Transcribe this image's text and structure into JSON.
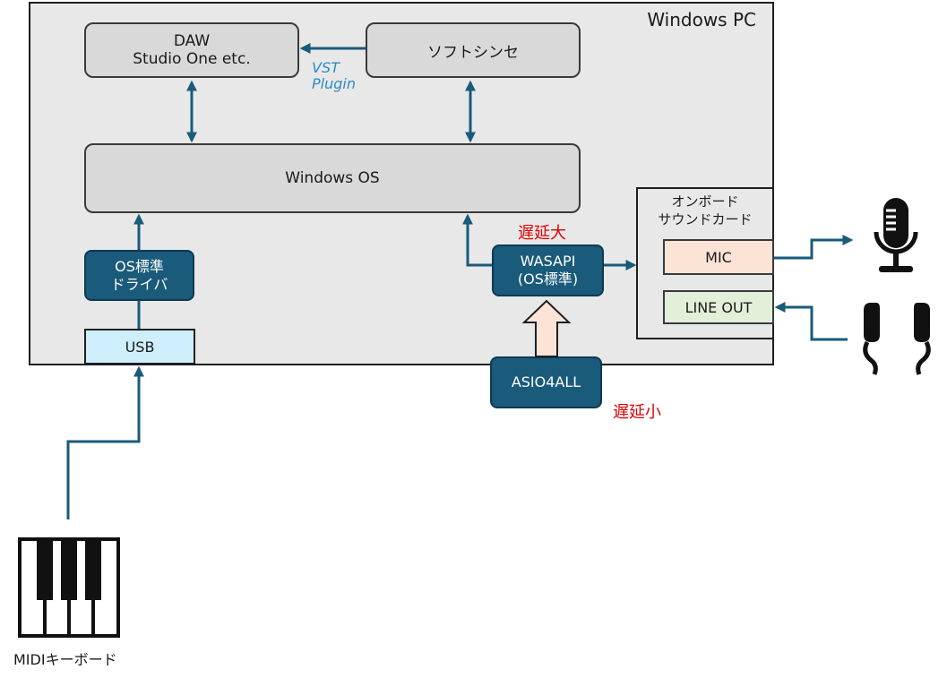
{
  "pc": {
    "title": "Windows PC"
  },
  "boxes": {
    "daw": "DAW\nStudio One etc.",
    "synth": "ソフトシンセ",
    "windows_os": "Windows OS",
    "os_driver": "OS標準\nドライバ",
    "usb": "USB",
    "wasapi": "WASAPI\n(OS標準)",
    "asio4all": "ASIO4ALL"
  },
  "vst_label": "VST\nPlugin",
  "latency": {
    "high": "遅延大",
    "low": "遅延小"
  },
  "sound_card": {
    "title": "オンボード\nサウンドカード",
    "mic": "MIC",
    "line_out": "LINE OUT"
  },
  "keyboard": {
    "label": "MIDIキーボード"
  },
  "colors": {
    "wire": "#1a5a7a",
    "box_dark": "#1a5a7a",
    "latency_text": "#e00000",
    "vst_text": "#2a8cc4",
    "usb_fill": "#cdeefa",
    "mic_fill": "#fbe3d6",
    "lineout_fill": "#e2f0d9",
    "asio_arrow_fill": "#fbe3d6"
  },
  "icons": [
    "microphone-icon",
    "earphones-icon",
    "piano-keyboard-icon"
  ]
}
